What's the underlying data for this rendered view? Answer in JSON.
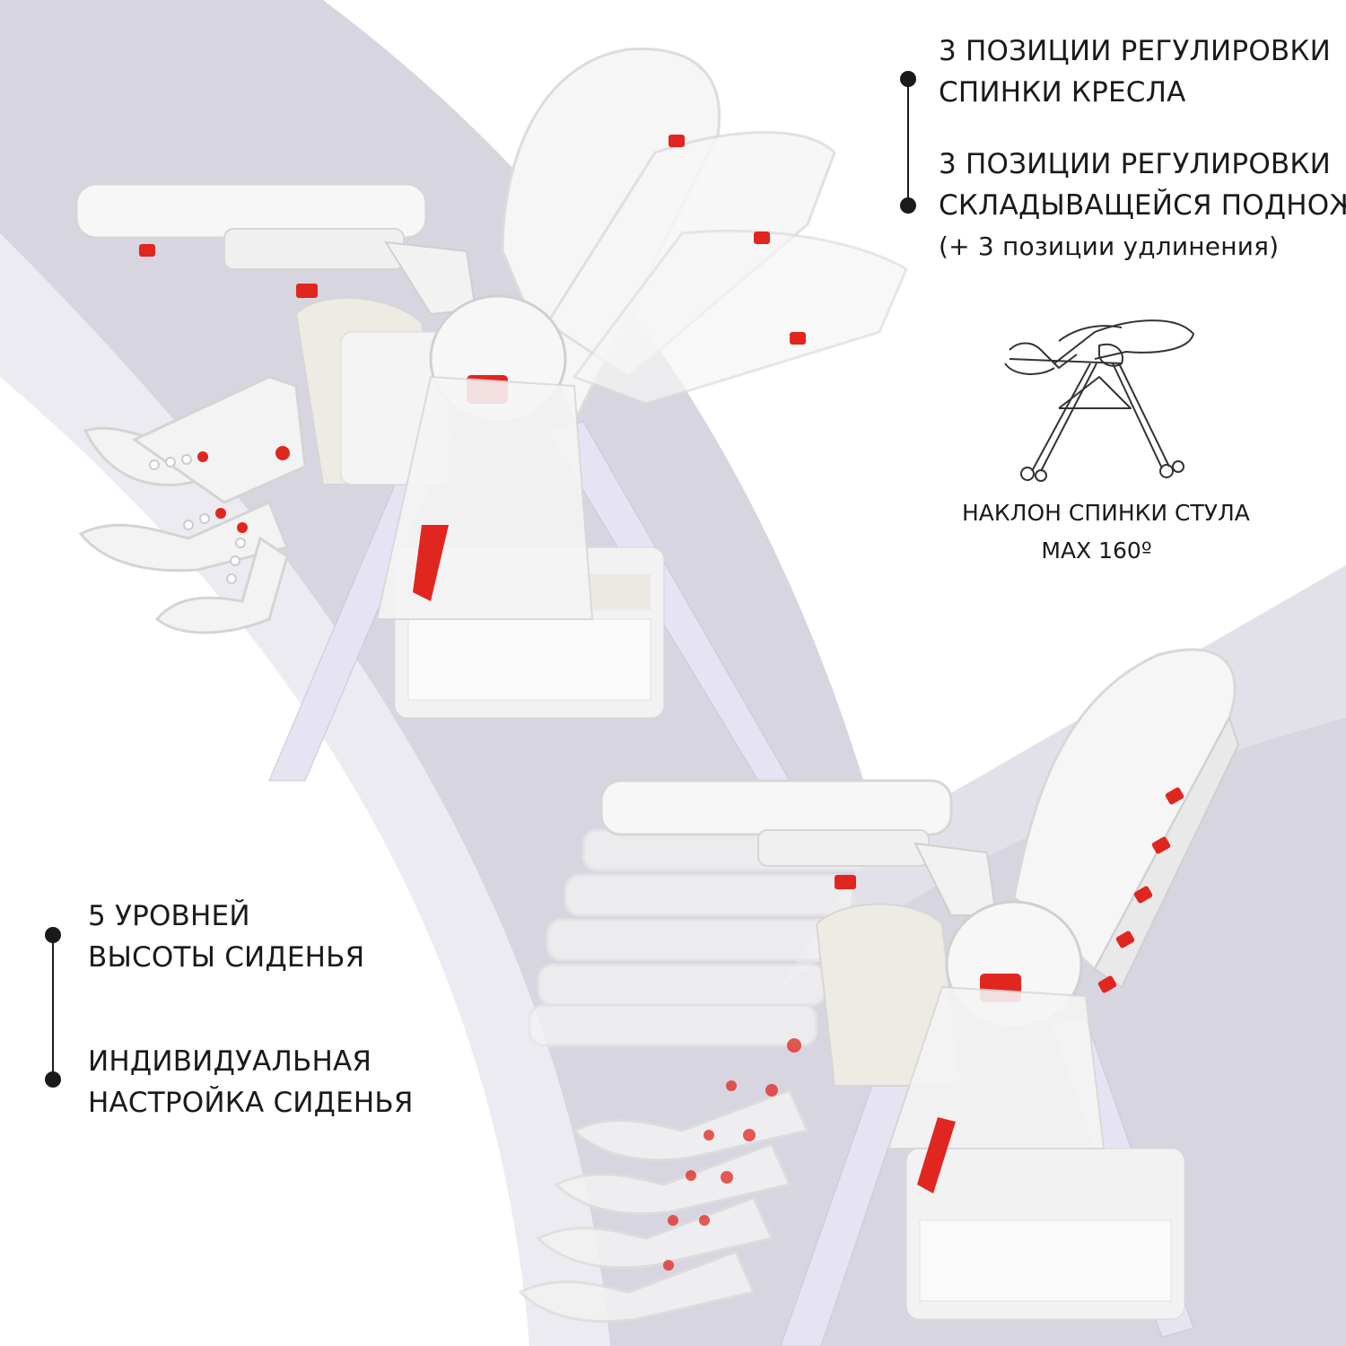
{
  "features": {
    "backrest": {
      "line1": "3 ПОЗИЦИИ РЕГУЛИРОВКИ",
      "line2": "СПИНКИ КРЕСЛА"
    },
    "footrest": {
      "line1": "3 ПОЗИЦИИ РЕГУЛИРОВКИ",
      "line2": "СКЛАДЫВАЩЕЙСЯ ПОДНОЖКИ",
      "line3": "(+ 3 позиции удлинения)"
    },
    "height": {
      "line1": "5 УРОВНЕЙ",
      "line2": "ВЫСОТЫ СИДЕНЬЯ"
    },
    "custom": {
      "line1": "ИНДИВИДУАЛЬНАЯ",
      "line2": "НАСТРОЙКА СИДЕНЬЯ"
    }
  },
  "recline": {
    "line1": "НАКЛОН СПИНКИ СТУЛА",
    "line2": "MAX 160º"
  },
  "colors": {
    "band": "#d6d5e0",
    "band_light": "#ebebf1",
    "accent_red": "#e0261f",
    "chair_white": "#f4f4f4",
    "text": "#1a1a1a"
  }
}
